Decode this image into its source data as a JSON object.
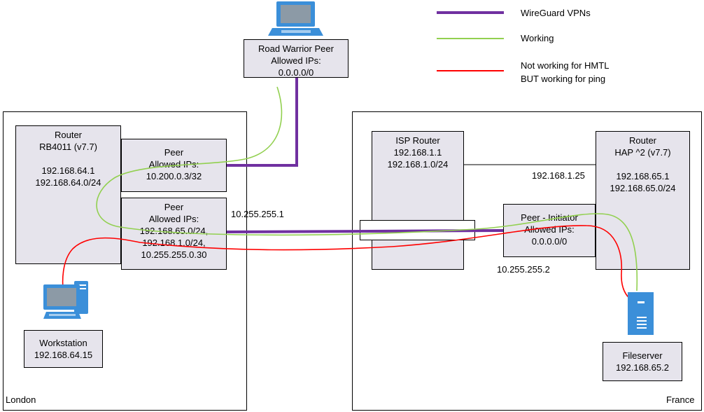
{
  "legend": {
    "items": [
      {
        "label": "WireGuard VPNs",
        "color": "#7030a0"
      },
      {
        "label": "Working",
        "color": "#92d050"
      },
      {
        "label": "Not working for HMTL",
        "label2": "BUT working for ping",
        "color": "#ff0000"
      }
    ]
  },
  "regions": {
    "london": "London",
    "france": "France"
  },
  "road_warrior": {
    "lines": [
      "Road Warrior Peer",
      "Allowed IPs:",
      "0.0.0.0/0"
    ]
  },
  "london": {
    "router": {
      "lines": [
        "Router",
        "RB4011 (v7.7)",
        "192.168.64.1",
        "192.168.64.0/24"
      ]
    },
    "peer1": {
      "lines": [
        "Peer",
        "Allowed IPs:",
        "10.200.0.3/32"
      ]
    },
    "peer2": {
      "lines": [
        "Peer",
        "Allowed IPs:",
        "192.168.65.0/24,",
        "192.168.1.0/24,",
        "10.255.255.0.30"
      ]
    },
    "workstation": {
      "lines": [
        "Workstation",
        "192.168.64.15"
      ]
    },
    "wg_ip": "10.255.255.1"
  },
  "france": {
    "isp_router": {
      "lines": [
        "ISP Router",
        "192.168.1.1",
        "192.168.1.0/24"
      ]
    },
    "router": {
      "lines": [
        "Router",
        "HAP ^2 (v7.7)",
        "192.168.65.1",
        "192.168.65.0/24"
      ]
    },
    "peer": {
      "lines": [
        "Peer - Initiator",
        "Allowed IPs:",
        "0.0.0.0/0"
      ]
    },
    "fileserver": {
      "lines": [
        "Fileserver",
        "192.168.65.2"
      ]
    },
    "wan_ip": "192.168.1.25",
    "wg_ip": "10.255.255.2"
  },
  "colors": {
    "wireguard": "#7030a0",
    "working": "#92d050",
    "not_working": "#ff0000",
    "box_fill": "#e6e4ec",
    "device_blue": "#3b8fd9"
  },
  "icons": [
    "laptop-icon",
    "desktop-computer-icon",
    "server-tower-icon"
  ]
}
